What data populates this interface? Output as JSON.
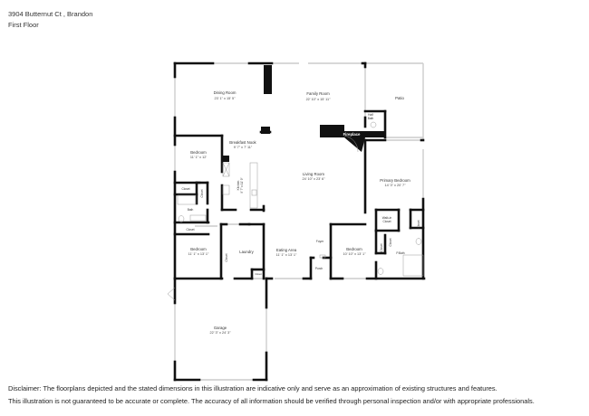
{
  "header": {
    "address": "3904 Butternut Ct , Brandon",
    "floor": "First Floor"
  },
  "rooms": {
    "dining": {
      "name": "Dining Room",
      "dims": "23' 1\" x 15' 5\""
    },
    "family": {
      "name": "Family Room",
      "dims": "22' 10\" x 15' 11\""
    },
    "patio": {
      "name": "Patio"
    },
    "half_bath": {
      "name": "Half",
      "name2": "Bath"
    },
    "fireplace": {
      "name": "Fireplace"
    },
    "breakfast": {
      "name": "Breakfast Nook",
      "dims": "9' 7\" x 7' 11\""
    },
    "bedroom1": {
      "name": "Bedroom",
      "dims": "11' 1\" x 12'"
    },
    "closet1": {
      "name": "Closet"
    },
    "closet2": {
      "name": "Closet"
    },
    "bath": {
      "name": "Bath"
    },
    "closet3": {
      "name": "Closet"
    },
    "kitchen": {
      "name": "Kitchen",
      "dims": "9' 7\" x 11' 9\""
    },
    "living": {
      "name": "Living Room",
      "dims": "24' 10\" x 23' 6\""
    },
    "primary": {
      "name": "Primary Bedroom",
      "dims": "14' 3\" x 20' 7\""
    },
    "walkin": {
      "name": "Walk-in",
      "name2": "Closet"
    },
    "closet4": {
      "name": "Closet"
    },
    "closet5": {
      "name": "Closet"
    },
    "closet6": {
      "name": "Closet"
    },
    "pbath": {
      "name": "P.Bath"
    },
    "bedroom2": {
      "name": "Bedroom",
      "dims": "11' 1\" x 13' 1\""
    },
    "closet7": {
      "name": "Closet"
    },
    "laundry": {
      "name": "Laundry"
    },
    "closet8": {
      "name": "Closet"
    },
    "eating": {
      "name": "Eating Area",
      "dims": "11' 1\" x 13' 1\""
    },
    "foyer": {
      "name": "Foyer"
    },
    "porch": {
      "name": "Porch"
    },
    "bedroom3": {
      "name": "Bedroom",
      "dims": "10' 10\" x 13' 1\""
    },
    "garage": {
      "name": "Garage",
      "dims": "22' 3\" x 24' 3\""
    }
  },
  "disclaimer": {
    "line1": "Disclaimer: The floorplans depicted and the stated dimensions in this illustration are indicative only and serve as an approximation of existing structures and features.",
    "line2": "This illustration is not guaranteed to be accurate or complete. The accuracy of all information should be verified through personal inspection and/or with appropriate professionals."
  },
  "colors": {
    "wall": "#111111",
    "window": "#cccccc",
    "text": "#333333"
  }
}
